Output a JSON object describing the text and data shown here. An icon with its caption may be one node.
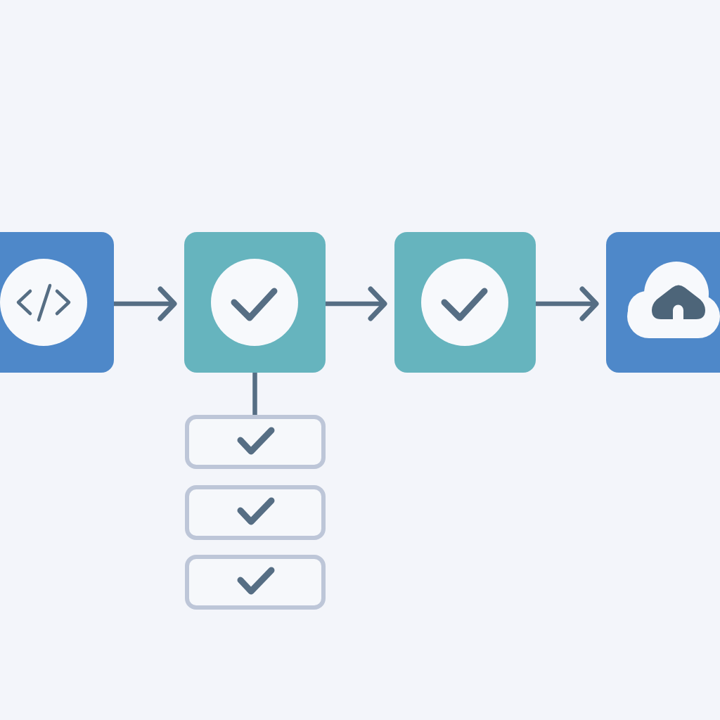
{
  "diagram": {
    "nodes": [
      {
        "text": [],
        "shape": "box"
      },
      {
        "text": [],
        "shape": "box"
      },
      {
        "text": [],
        "shape": "box"
      },
      {
        "text": [],
        "shape": "box"
      },
      {
        "text": [],
        "shape": "box"
      },
      {
        "text": [],
        "shape": "box"
      },
      {
        "text": [],
        "shape": "box"
      }
    ],
    "edges": [
      {
        "from": 0,
        "to": 1,
        "arrow": "to"
      },
      {
        "from": 1,
        "to": 2,
        "arrow": "to"
      },
      {
        "from": 2,
        "to": 3,
        "arrow": "to"
      },
      {
        "from": 1,
        "to": 4,
        "arrow": "none"
      }
    ]
  }
}
